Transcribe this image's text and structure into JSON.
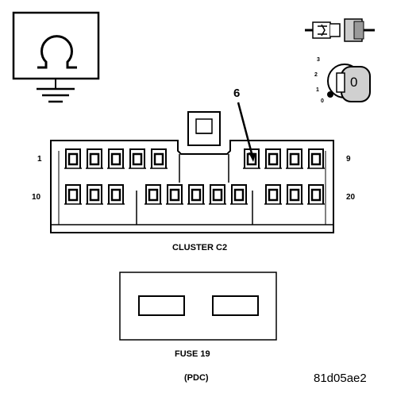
{
  "symbols": {
    "ohmmeter_icon": "ohm-symbol-with-ground",
    "connector_icon": "disconnected-connector-icon",
    "ignition_icon": "ignition-key-switch-icon"
  },
  "ignition": {
    "positions": [
      "3",
      "2",
      "1",
      "0"
    ],
    "key_label": "0"
  },
  "connector": {
    "callout_pin": "6",
    "pin_labels": {
      "top_left": "1",
      "top_right": "9",
      "bottom_left": "10",
      "bottom_right": "20"
    },
    "caption": "CLUSTER C2"
  },
  "fuse": {
    "caption": "FUSE 19",
    "location": "(PDC)"
  },
  "drawing_id": "81d05ae2",
  "colors": {
    "line": "#000000",
    "background": "#ffffff",
    "key_fill": "#d0d0d0"
  }
}
